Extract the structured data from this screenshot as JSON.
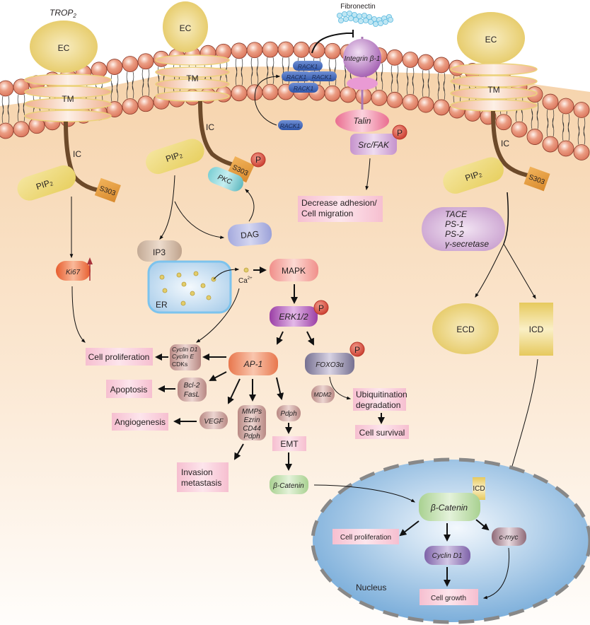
{
  "title": "TROP2 signaling pathways",
  "receptor_label": "TROP",
  "receptor_subscript": "2",
  "domains": {
    "ec": "EC",
    "tm": "TM",
    "ic": "IC",
    "ecd": "ECD",
    "icd": "ICD"
  },
  "membrane": {
    "fibronectin": "Fibronectin",
    "integrin": "Integrin β-1",
    "rack1": "RACK1",
    "talin": "Talin",
    "src_fak": "Src/FAK"
  },
  "nodes": {
    "pip2": "PIP",
    "pip2_sub": "2",
    "s303": "S303",
    "phospho": "P",
    "pkc": "PKC",
    "dag": "DAG",
    "ip3": "IP3",
    "er": "ER",
    "ca": "Ca",
    "ca_sup": "2+",
    "mapk": "MAPK",
    "erk": "ERK1/2",
    "ki67": "Ki67",
    "ap1": "AP-1",
    "foxo": "FOXO3α",
    "mdm2": "MDM2",
    "cyclins": [
      "Cyclin D1",
      "Cyclin E",
      "CDKs"
    ],
    "bcl": [
      "Bcl-2",
      "FasL"
    ],
    "vegf": "VEGF",
    "mmps": [
      "MMPs",
      "Ezrin",
      "CD44",
      "Pdph"
    ],
    "pdph": "Pdph",
    "emt": "EMT",
    "beta_catenin": "β-Catenin",
    "secretases": [
      "TACE",
      "PS-1",
      "PS-2",
      "γ-secretase"
    ],
    "cmyc": "c-myc",
    "cyclin_d1": "Cyclin D1",
    "nucleus": "Nucleus"
  },
  "outcomes": {
    "adhesion": [
      "Decrease adhesion/",
      "Cell migration"
    ],
    "cell_proliferation": "Cell proliferation",
    "apoptosis": "Apoptosis",
    "angiogenesis": "Angiogenesis",
    "invasion": [
      "Invasion",
      "metastasis"
    ],
    "ubiquitination": [
      "Ubiquitination",
      "degradation"
    ],
    "cell_survival": "Cell survival",
    "nuclear_proliferation": "Cell proliferation",
    "cell_growth": "Cell growth"
  },
  "colors": {
    "cytoplasm": "#f7d9b5",
    "lipid_head": "#e38a6e",
    "ec_yellow": "#ead27a",
    "outcome_pink": "#f7c3d3",
    "nucleus_blue": "#7eb1dc",
    "phospho_red": "#d9473a"
  }
}
